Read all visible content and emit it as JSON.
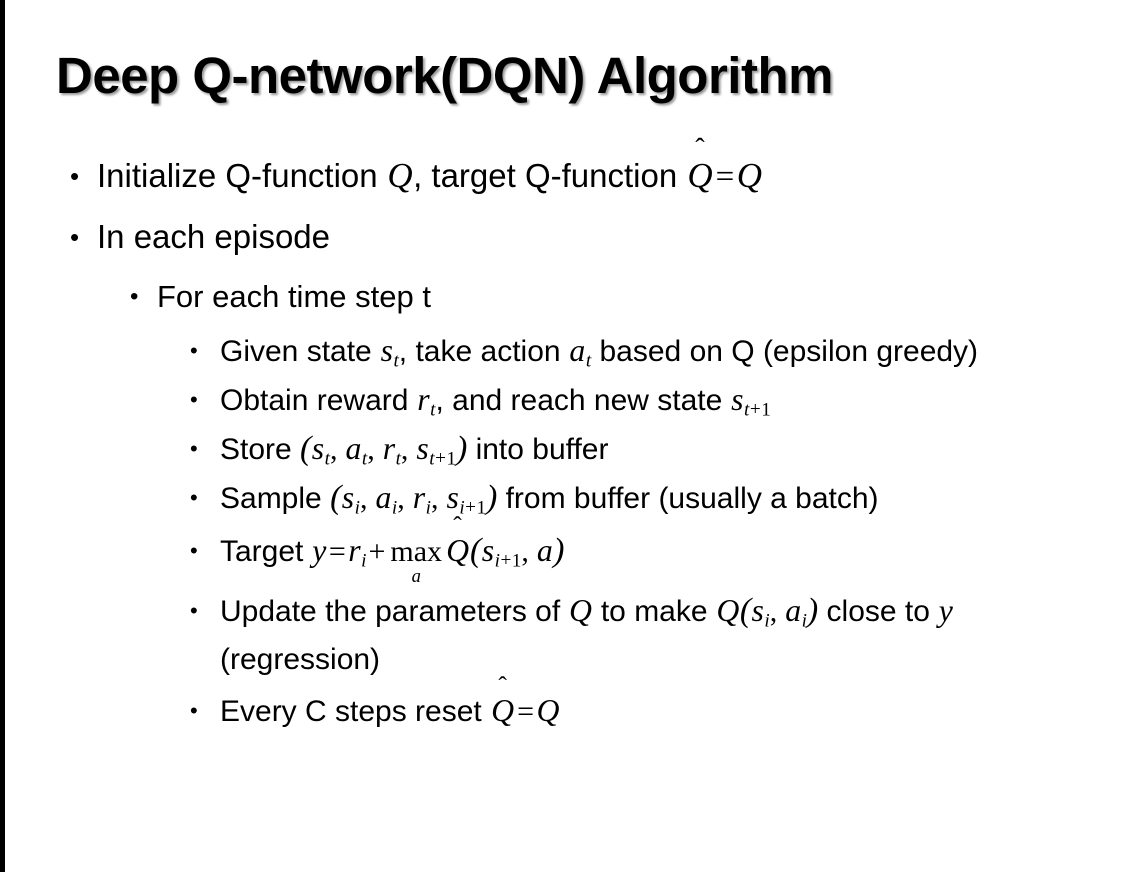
{
  "slide": {
    "title": "Deep Q-network(DQN) Algorithm",
    "background_color": "#ffffff",
    "text_color": "#000000",
    "left_border_color": "#000000",
    "bullet_glyph": "•"
  },
  "bullets": {
    "b1": {
      "level": 1,
      "prefix": "Initialize Q-function ",
      "var_q1": "Q",
      "mid": ", target Q-function ",
      "qhat": "Q",
      "hat": "̂",
      "equals": "=",
      "var_q2": "Q",
      "plain_text": "Initialize Q-function Q, target Q-function Q̂ = Q"
    },
    "b2": {
      "level": 1,
      "text": "In each episode"
    },
    "b3": {
      "level": 2,
      "text": "For each time step t"
    },
    "b4": {
      "level": 3,
      "seg1": "Given state ",
      "s": "s",
      "s_sub": "t",
      "seg2": ", take action ",
      "a": "a",
      "a_sub": "t",
      "seg3": " based on Q (epsilon greedy)",
      "plain_text": "Given state s_t, take action a_t based on Q (epsilon greedy)"
    },
    "b5": {
      "level": 3,
      "seg1": "Obtain reward ",
      "r": "r",
      "r_sub": "t",
      "seg2": ", and reach new state ",
      "s": "s",
      "s_sub_var": "t",
      "s_sub_op": "+",
      "s_sub_num": "1",
      "plain_text": "Obtain reward r_t, and reach new state s_{t+1}"
    },
    "b6": {
      "level": 3,
      "seg1": "Store ",
      "open_paren": "(",
      "s1": "s",
      "s1_sub": "t",
      "comma1": ", ",
      "a1": "a",
      "a1_sub": "t",
      "comma2": ", ",
      "r1": "r",
      "r1_sub": "t",
      "comma3": ", ",
      "s2": "s",
      "s2_sub_var": "t",
      "s2_sub_op": "+",
      "s2_sub_num": "1",
      "close_paren": ")",
      "seg2": " into buffer",
      "plain_text": "Store (s_t, a_t, r_t, s_{t+1}) into buffer"
    },
    "b7": {
      "level": 3,
      "seg1": "Sample ",
      "open_paren": "(",
      "s1": "s",
      "s1_sub": "i",
      "comma1": ", ",
      "a1": "a",
      "a1_sub": "i",
      "comma2": ", ",
      "r1": "r",
      "r1_sub": "i",
      "comma3": ", ",
      "s2": "s",
      "s2_sub_var": "i",
      "s2_sub_op": "+",
      "s2_sub_num": "1",
      "close_paren": ")",
      "seg2": " from buffer (usually a batch)",
      "plain_text": "Sample (s_i, a_i, r_i, s_{i+1}) from buffer (usually a batch)"
    },
    "b8": {
      "level": 3,
      "seg1": "Target ",
      "y": "y",
      "equals": "=",
      "r": "r",
      "r_sub": "i",
      "plus": "+",
      "max": "max",
      "max_sub": "a",
      "qhat": "Q",
      "hat": "̂",
      "open_paren": "(",
      "s": "s",
      "s_sub_var": "i",
      "s_sub_op": "+",
      "s_sub_num": "1",
      "comma": ", ",
      "a": "a",
      "close_paren": ")",
      "plain_text": "Target y = r_i + max_a Q̂(s_{i+1}, a)"
    },
    "b9": {
      "level": 3,
      "seg1": "Update the parameters of ",
      "q1": "Q",
      "seg2": " to make ",
      "q2": "Q",
      "open_paren": "(",
      "s": "s",
      "s_sub": "i",
      "comma": ", ",
      "a": "a",
      "a_sub": "i",
      "close_paren": ")",
      "seg3": " close to ",
      "y": "y",
      "seg4": " (regression)",
      "plain_text": "Update the parameters of Q to make Q(s_i, a_i) close to y (regression)"
    },
    "b10": {
      "level": 3,
      "seg1": "Every C steps reset ",
      "qhat": "Q",
      "hat": "̂",
      "equals": "=",
      "q": "Q",
      "plain_text": "Every C steps reset Q̂ = Q"
    }
  }
}
